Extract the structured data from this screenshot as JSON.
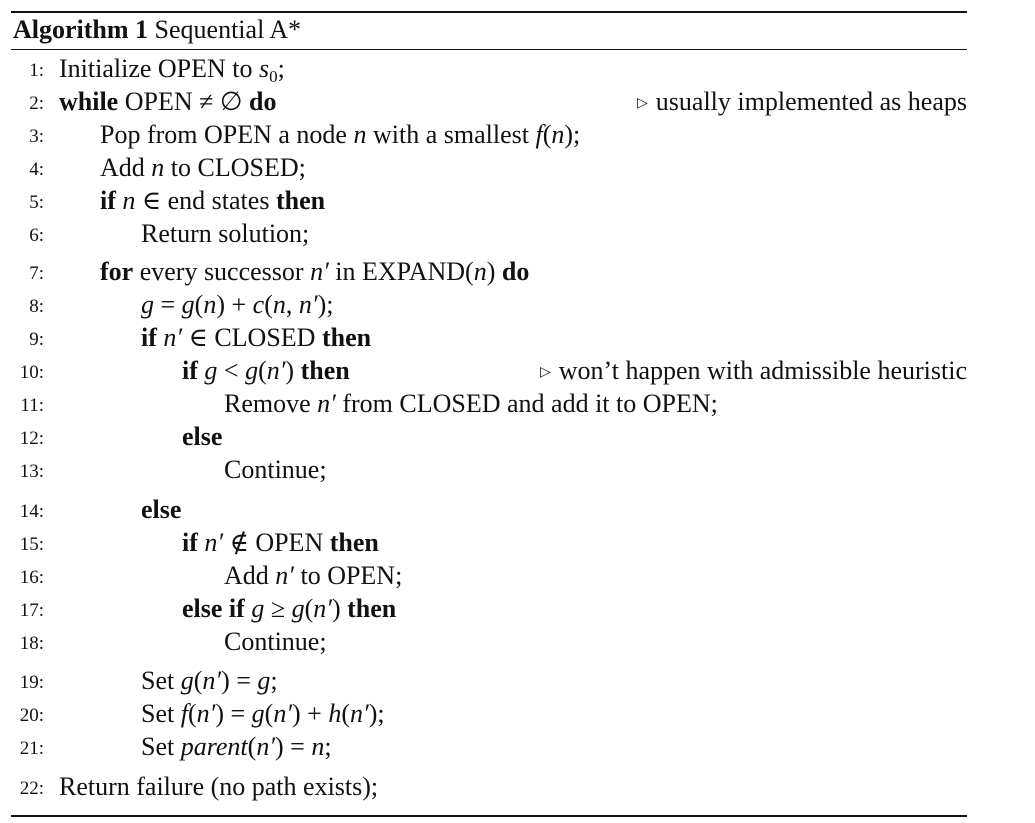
{
  "caption": {
    "label": "Algorithm 1",
    "title": "Sequential A*"
  },
  "lines": [
    {
      "num": "1:",
      "indent": 0,
      "parts": [
        [
          "t",
          "Initialize OPEN to "
        ],
        [
          "m",
          "s"
        ],
        [
          "sub",
          "0"
        ],
        [
          "t",
          ";"
        ]
      ]
    },
    {
      "num": "2:",
      "indent": 0,
      "parts": [
        [
          "k",
          "while"
        ],
        [
          "t",
          " OPEN ≠ ∅ "
        ],
        [
          "k",
          "do"
        ]
      ],
      "comment": "usually implemented as heaps"
    },
    {
      "num": "3:",
      "indent": 1,
      "parts": [
        [
          "t",
          "Pop from OPEN a node "
        ],
        [
          "m",
          "n"
        ],
        [
          "t",
          " with a smallest "
        ],
        [
          "m",
          "f"
        ],
        [
          "t",
          "("
        ],
        [
          "m",
          "n"
        ],
        [
          "t",
          ");"
        ]
      ]
    },
    {
      "num": "4:",
      "indent": 1,
      "parts": [
        [
          "t",
          "Add "
        ],
        [
          "m",
          "n"
        ],
        [
          "t",
          " to CLOSED;"
        ]
      ]
    },
    {
      "num": "5:",
      "indent": 1,
      "parts": [
        [
          "k",
          "if"
        ],
        [
          "t",
          " "
        ],
        [
          "m",
          "n"
        ],
        [
          "t",
          " ∈ end states "
        ],
        [
          "k",
          "then"
        ]
      ]
    },
    {
      "num": "6:",
      "indent": 2,
      "parts": [
        [
          "t",
          "Return solution;"
        ]
      ]
    },
    {
      "num": "7:",
      "indent": 1,
      "parts": [
        [
          "k",
          "for"
        ],
        [
          "t",
          " every successor "
        ],
        [
          "m",
          "n′"
        ],
        [
          "t",
          " in EXPAND("
        ],
        [
          "m",
          "n"
        ],
        [
          "t",
          ") "
        ],
        [
          "k",
          "do"
        ]
      ]
    },
    {
      "num": "8:",
      "indent": 2,
      "parts": [
        [
          "m",
          "g"
        ],
        [
          "t",
          " = "
        ],
        [
          "m",
          "g"
        ],
        [
          "t",
          "("
        ],
        [
          "m",
          "n"
        ],
        [
          "t",
          ") + "
        ],
        [
          "m",
          "c"
        ],
        [
          "t",
          "("
        ],
        [
          "m",
          "n"
        ],
        [
          "t",
          ", "
        ],
        [
          "m",
          "n′"
        ],
        [
          "t",
          ");"
        ]
      ]
    },
    {
      "num": "9:",
      "indent": 2,
      "parts": [
        [
          "k",
          "if"
        ],
        [
          "t",
          " "
        ],
        [
          "m",
          "n′"
        ],
        [
          "t",
          " ∈ CLOSED "
        ],
        [
          "k",
          "then"
        ]
      ]
    },
    {
      "num": "10:",
      "indent": 3,
      "parts": [
        [
          "k",
          "if"
        ],
        [
          "t",
          " "
        ],
        [
          "m",
          "g"
        ],
        [
          "t",
          " < "
        ],
        [
          "m",
          "g"
        ],
        [
          "t",
          "("
        ],
        [
          "m",
          "n′"
        ],
        [
          "t",
          ") "
        ],
        [
          "k",
          "then"
        ]
      ],
      "comment": "won’t happen with admissible heuristic"
    },
    {
      "num": "11:",
      "indent": 4,
      "parts": [
        [
          "t",
          "Remove "
        ],
        [
          "m",
          "n′"
        ],
        [
          "t",
          " from CLOSED and add it to OPEN;"
        ]
      ]
    },
    {
      "num": "12:",
      "indent": 3,
      "parts": [
        [
          "k",
          "else"
        ]
      ]
    },
    {
      "num": "13:",
      "indent": 4,
      "parts": [
        [
          "t",
          "Continue;"
        ]
      ]
    },
    {
      "num": "14:",
      "indent": 2,
      "parts": [
        [
          "k",
          "else"
        ]
      ]
    },
    {
      "num": "15:",
      "indent": 3,
      "parts": [
        [
          "k",
          "if"
        ],
        [
          "t",
          " "
        ],
        [
          "m",
          "n′"
        ],
        [
          "t",
          " ∉ OPEN "
        ],
        [
          "k",
          "then"
        ]
      ]
    },
    {
      "num": "16:",
      "indent": 4,
      "parts": [
        [
          "t",
          "Add "
        ],
        [
          "m",
          "n′"
        ],
        [
          "t",
          " to OPEN;"
        ]
      ]
    },
    {
      "num": "17:",
      "indent": 3,
      "parts": [
        [
          "k",
          "else if"
        ],
        [
          "t",
          " "
        ],
        [
          "m",
          "g"
        ],
        [
          "t",
          " ≥ "
        ],
        [
          "m",
          "g"
        ],
        [
          "t",
          "("
        ],
        [
          "m",
          "n′"
        ],
        [
          "t",
          ") "
        ],
        [
          "k",
          "then"
        ]
      ]
    },
    {
      "num": "18:",
      "indent": 4,
      "parts": [
        [
          "t",
          "Continue;"
        ]
      ]
    },
    {
      "num": "19:",
      "indent": 2,
      "parts": [
        [
          "t",
          "Set "
        ],
        [
          "m",
          "g"
        ],
        [
          "t",
          "("
        ],
        [
          "m",
          "n′"
        ],
        [
          "t",
          ") = "
        ],
        [
          "m",
          "g"
        ],
        [
          "t",
          ";"
        ]
      ]
    },
    {
      "num": "20:",
      "indent": 2,
      "parts": [
        [
          "t",
          "Set "
        ],
        [
          "m",
          "f"
        ],
        [
          "t",
          "("
        ],
        [
          "m",
          "n′"
        ],
        [
          "t",
          ") = "
        ],
        [
          "m",
          "g"
        ],
        [
          "t",
          "("
        ],
        [
          "m",
          "n′"
        ],
        [
          "t",
          ") + "
        ],
        [
          "m",
          "h"
        ],
        [
          "t",
          "("
        ],
        [
          "m",
          "n′"
        ],
        [
          "t",
          ");"
        ]
      ]
    },
    {
      "num": "21:",
      "indent": 2,
      "parts": [
        [
          "t",
          "Set "
        ],
        [
          "m",
          "parent"
        ],
        [
          "t",
          "("
        ],
        [
          "m",
          "n′"
        ],
        [
          "t",
          ") = "
        ],
        [
          "m",
          "n"
        ],
        [
          "t",
          ";"
        ]
      ]
    },
    {
      "num": "22:",
      "indent": 0,
      "parts": [
        [
          "t",
          "Return failure (no path exists);"
        ]
      ]
    }
  ]
}
